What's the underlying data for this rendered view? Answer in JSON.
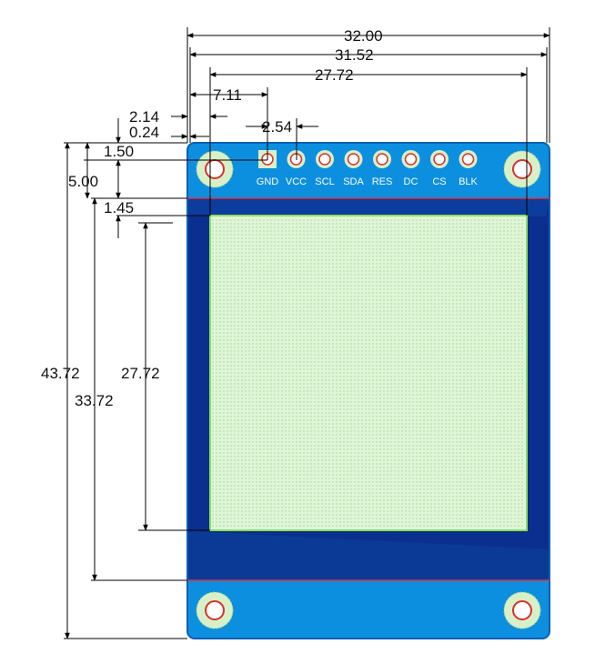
{
  "colors": {
    "board": "#0d8fe0",
    "board_edge": "#0a5fb4",
    "board_dark": "#0b2f8f",
    "screen": "#dff5d8",
    "screen_border": "#8be05a",
    "hole_ring": "#d8f0c8",
    "hole_red": "#d9302c",
    "line": "#000000"
  },
  "pins": [
    "GND",
    "VCC",
    "SCL",
    "SDA",
    "RES",
    "DC",
    "CS",
    "BLK"
  ],
  "dimensions": {
    "width_board": "32.00",
    "width_holes": "31.52",
    "width_screen": "27.72",
    "pin_offset": "7.11",
    "offset_a": "2.14",
    "offset_b": "0.24",
    "pin_pitch": "2.54",
    "top_hole": "1.50",
    "header_height": "5.00",
    "screen_gap": "1.45",
    "height_board": "43.72",
    "height_screen": "27.72",
    "height_display": "33.72"
  }
}
